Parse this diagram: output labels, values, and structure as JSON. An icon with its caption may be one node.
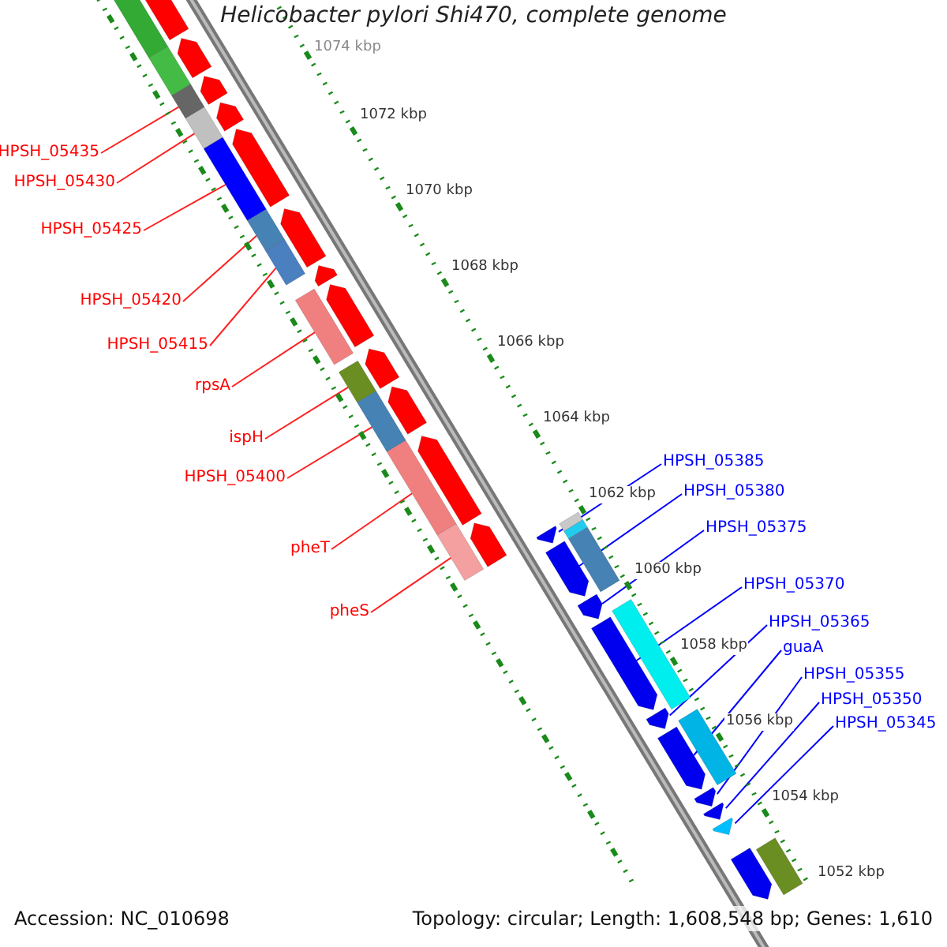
{
  "diagram": {
    "title": "Helicobacter pylori Shi470, complete genome",
    "nodes": [
      {
        "text": [
          "HPSH_05435"
        ]
      },
      {
        "text": [
          "HPSH_05430"
        ]
      },
      {
        "text": [
          "HPSH_05425"
        ]
      },
      {
        "text": [
          "HPSH_05420"
        ]
      },
      {
        "text": [
          "HPSH_05415"
        ]
      },
      {
        "text": [
          "rpsA"
        ]
      },
      {
        "text": [
          "ispH"
        ]
      },
      {
        "text": [
          "HPSH_05400"
        ]
      },
      {
        "text": [
          "pheT"
        ]
      },
      {
        "text": [
          "pheS"
        ]
      },
      {
        "text": [
          "HPSH_05385"
        ]
      },
      {
        "text": [
          "HPSH_05380"
        ]
      },
      {
        "text": [
          "HPSH_05375"
        ]
      },
      {
        "text": [
          "HPSH_05370"
        ]
      },
      {
        "text": [
          "HPSH_05365"
        ]
      },
      {
        "text": [
          "guaA"
        ]
      },
      {
        "text": [
          "HPSH_05355"
        ]
      },
      {
        "text": [
          "HPSH_05350"
        ]
      },
      {
        "text": [
          "HPSH_05345"
        ]
      },
      {
        "text": [],
        "shape": "bar"
      },
      {
        "text": [],
        "shape": "bar"
      },
      {
        "text": [],
        "shape": "bar"
      },
      {
        "text": [],
        "shape": "bar"
      },
      {
        "text": [],
        "shape": "bar"
      },
      {
        "text": [],
        "shape": "bar"
      },
      {
        "text": [],
        "shape": "bar"
      },
      {
        "text": [],
        "shape": "bar"
      },
      {
        "text": [],
        "shape": "bar"
      },
      {
        "text": [],
        "shape": "bar"
      },
      {
        "text": [],
        "shape": "bar"
      },
      {
        "text": [],
        "shape": "bar"
      },
      {
        "text": [],
        "shape": "bar"
      },
      {
        "text": [],
        "shape": "bar"
      },
      {
        "text": [],
        "shape": "bar"
      },
      {
        "text": [],
        "shape": "bar"
      },
      {
        "text": [],
        "shape": "bar"
      },
      {
        "text": [],
        "shape": "bar"
      },
      {
        "text": [],
        "shape": "bar"
      },
      {
        "text": [],
        "shape": "bar"
      }
    ],
    "edges": [
      {
        "from": 0,
        "to": 19,
        "arrow": "none"
      },
      {
        "from": 1,
        "to": 20,
        "arrow": "none"
      },
      {
        "from": 2,
        "to": 21,
        "arrow": "none"
      },
      {
        "from": 3,
        "to": 22,
        "arrow": "none"
      },
      {
        "from": 4,
        "to": 23,
        "arrow": "none"
      },
      {
        "from": 5,
        "to": 24,
        "arrow": "none"
      },
      {
        "from": 6,
        "to": 25,
        "arrow": "none"
      },
      {
        "from": 7,
        "to": 26,
        "arrow": "none"
      },
      {
        "from": 8,
        "to": 27,
        "arrow": "none"
      },
      {
        "from": 9,
        "to": 28,
        "arrow": "none"
      },
      {
        "from": 10,
        "to": 29,
        "arrow": "none",
        "color": "#0000ff"
      },
      {
        "from": 11,
        "to": 30,
        "arrow": "none",
        "color": "#0000ff"
      },
      {
        "from": 12,
        "to": 31,
        "arrow": "none",
        "color": "#0000ff"
      },
      {
        "from": 13,
        "to": 32,
        "arrow": "none",
        "color": "#0000ff"
      },
      {
        "from": 14,
        "to": 33,
        "arrow": "none",
        "color": "#0000ff"
      },
      {
        "from": 15,
        "to": 34,
        "arrow": "none",
        "color": "#0000ff"
      },
      {
        "from": 16,
        "to": 35,
        "arrow": "none",
        "color": "#0000ff"
      },
      {
        "from": 17,
        "to": 36,
        "arrow": "none",
        "color": "#0000ff"
      },
      {
        "from": 18,
        "to": 37,
        "arrow": "none",
        "color": "#0000ff"
      }
    ],
    "labels": [
      "1074 kbp",
      "1072 kbp",
      "1070 kbp",
      "1068 kbp",
      "1066 kbp",
      "1064 kbp",
      "1062 kbp",
      "1060 kbp",
      "1058 kbp",
      "1056 kbp",
      "1054 kbp",
      "1052 kbp",
      "Accession: NC_010698",
      "Topology: circular; Length: 1,608,548 bp; Genes: 1,610"
    ]
  }
}
